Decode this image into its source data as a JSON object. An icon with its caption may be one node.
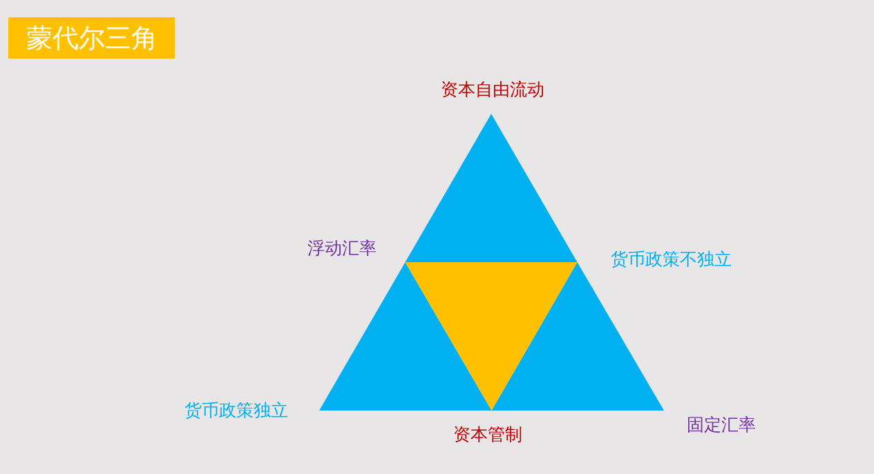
{
  "diagram": {
    "title": "蒙代尔三角",
    "labels": [
      "资本自由流动",
      "浮动汇率",
      "货币政策不独立",
      "货币政策独立",
      "资本管制",
      "固定汇率"
    ]
  }
}
